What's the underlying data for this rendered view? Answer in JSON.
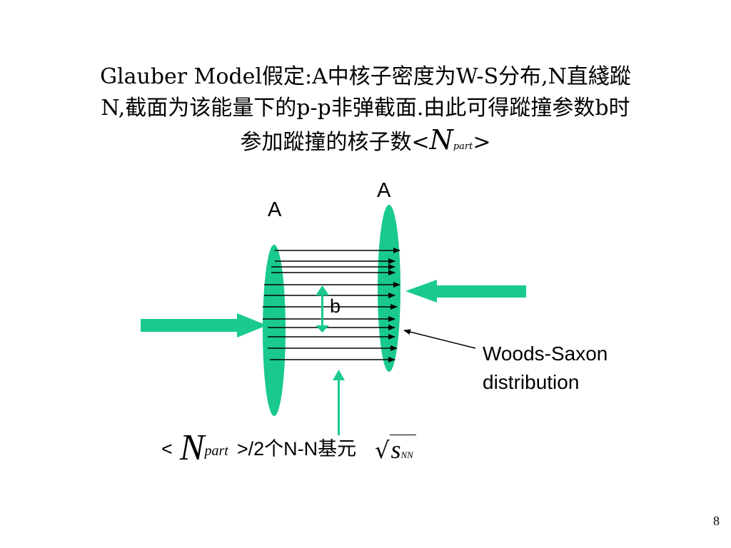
{
  "title": {
    "line1": "Glauber  Model假定:A中核子密度为W-S分布,N直綫蹤",
    "line2": "N,截面为该能量下的p-p非弹截面.由此可得蹤撞参数b时",
    "line3_prefix": "参加蹤撞的核子数<",
    "line3_n": "N",
    "line3_sub": "part",
    "line3_suffix": ">"
  },
  "diagram": {
    "nucleus_left_label": "A",
    "nucleus_right_label": "A",
    "impact_label": "b",
    "ws_label_line1": "Woods-Saxon",
    "ws_label_line2": "distribution",
    "nucleus_color": "#19C98E"
  },
  "bottom": {
    "lt": "<",
    "n": "N",
    "n_sub": "part",
    "text_prefix": ">/2",
    "text_cjk1": "个",
    "text_nn": "N-N",
    "text_cjk2": "基元",
    "sqrt_sign": "√",
    "sqrt_s": "s",
    "sqrt_sub": "NN"
  },
  "page_number": "8"
}
